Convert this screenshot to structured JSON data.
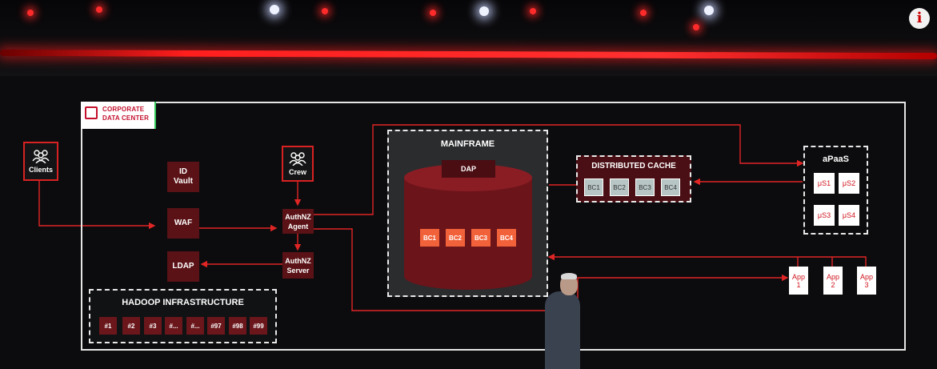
{
  "frame": {
    "label_line1": "CORPORATE",
    "label_line2": "DATA CENTER"
  },
  "clients": {
    "label": "Clients"
  },
  "crew": {
    "label": "Crew"
  },
  "id_vault": {
    "label": "ID\nVault"
  },
  "waf": {
    "label": "WAF"
  },
  "ldap": {
    "label": "LDAP"
  },
  "authnz_agent": {
    "label": "AuthNZ\nAgent"
  },
  "authnz_server": {
    "label": "AuthNZ\nServer"
  },
  "mainframe": {
    "title": "MAINFRAME",
    "dap": "DAP",
    "cells": [
      "BC1",
      "BC2",
      "BC3",
      "BC4"
    ]
  },
  "distributed_cache": {
    "title": "DISTRIBUTED CACHE",
    "cells": [
      "BC1",
      "BC2",
      "BC3",
      "BC4"
    ]
  },
  "apaas": {
    "title": "aPaaS",
    "services": [
      "μS1",
      "μS2",
      "μS3",
      "μS4"
    ]
  },
  "apps": [
    "App\n1",
    "App\n2",
    "App\n3"
  ],
  "hadoop": {
    "title": "HADOOP INFRASTRUCTURE",
    "nodes": [
      "#1",
      "#2",
      "#3",
      "#...",
      "#...",
      "#97",
      "#98",
      "#99"
    ]
  },
  "colors": {
    "accent_red": "#d92121",
    "box_dark_red": "#5a1216",
    "mainframe_orange": "#f2623a",
    "cache_gray": "#b7c6c5"
  },
  "info_button": {
    "icon": "info-icon",
    "glyph": "i"
  }
}
